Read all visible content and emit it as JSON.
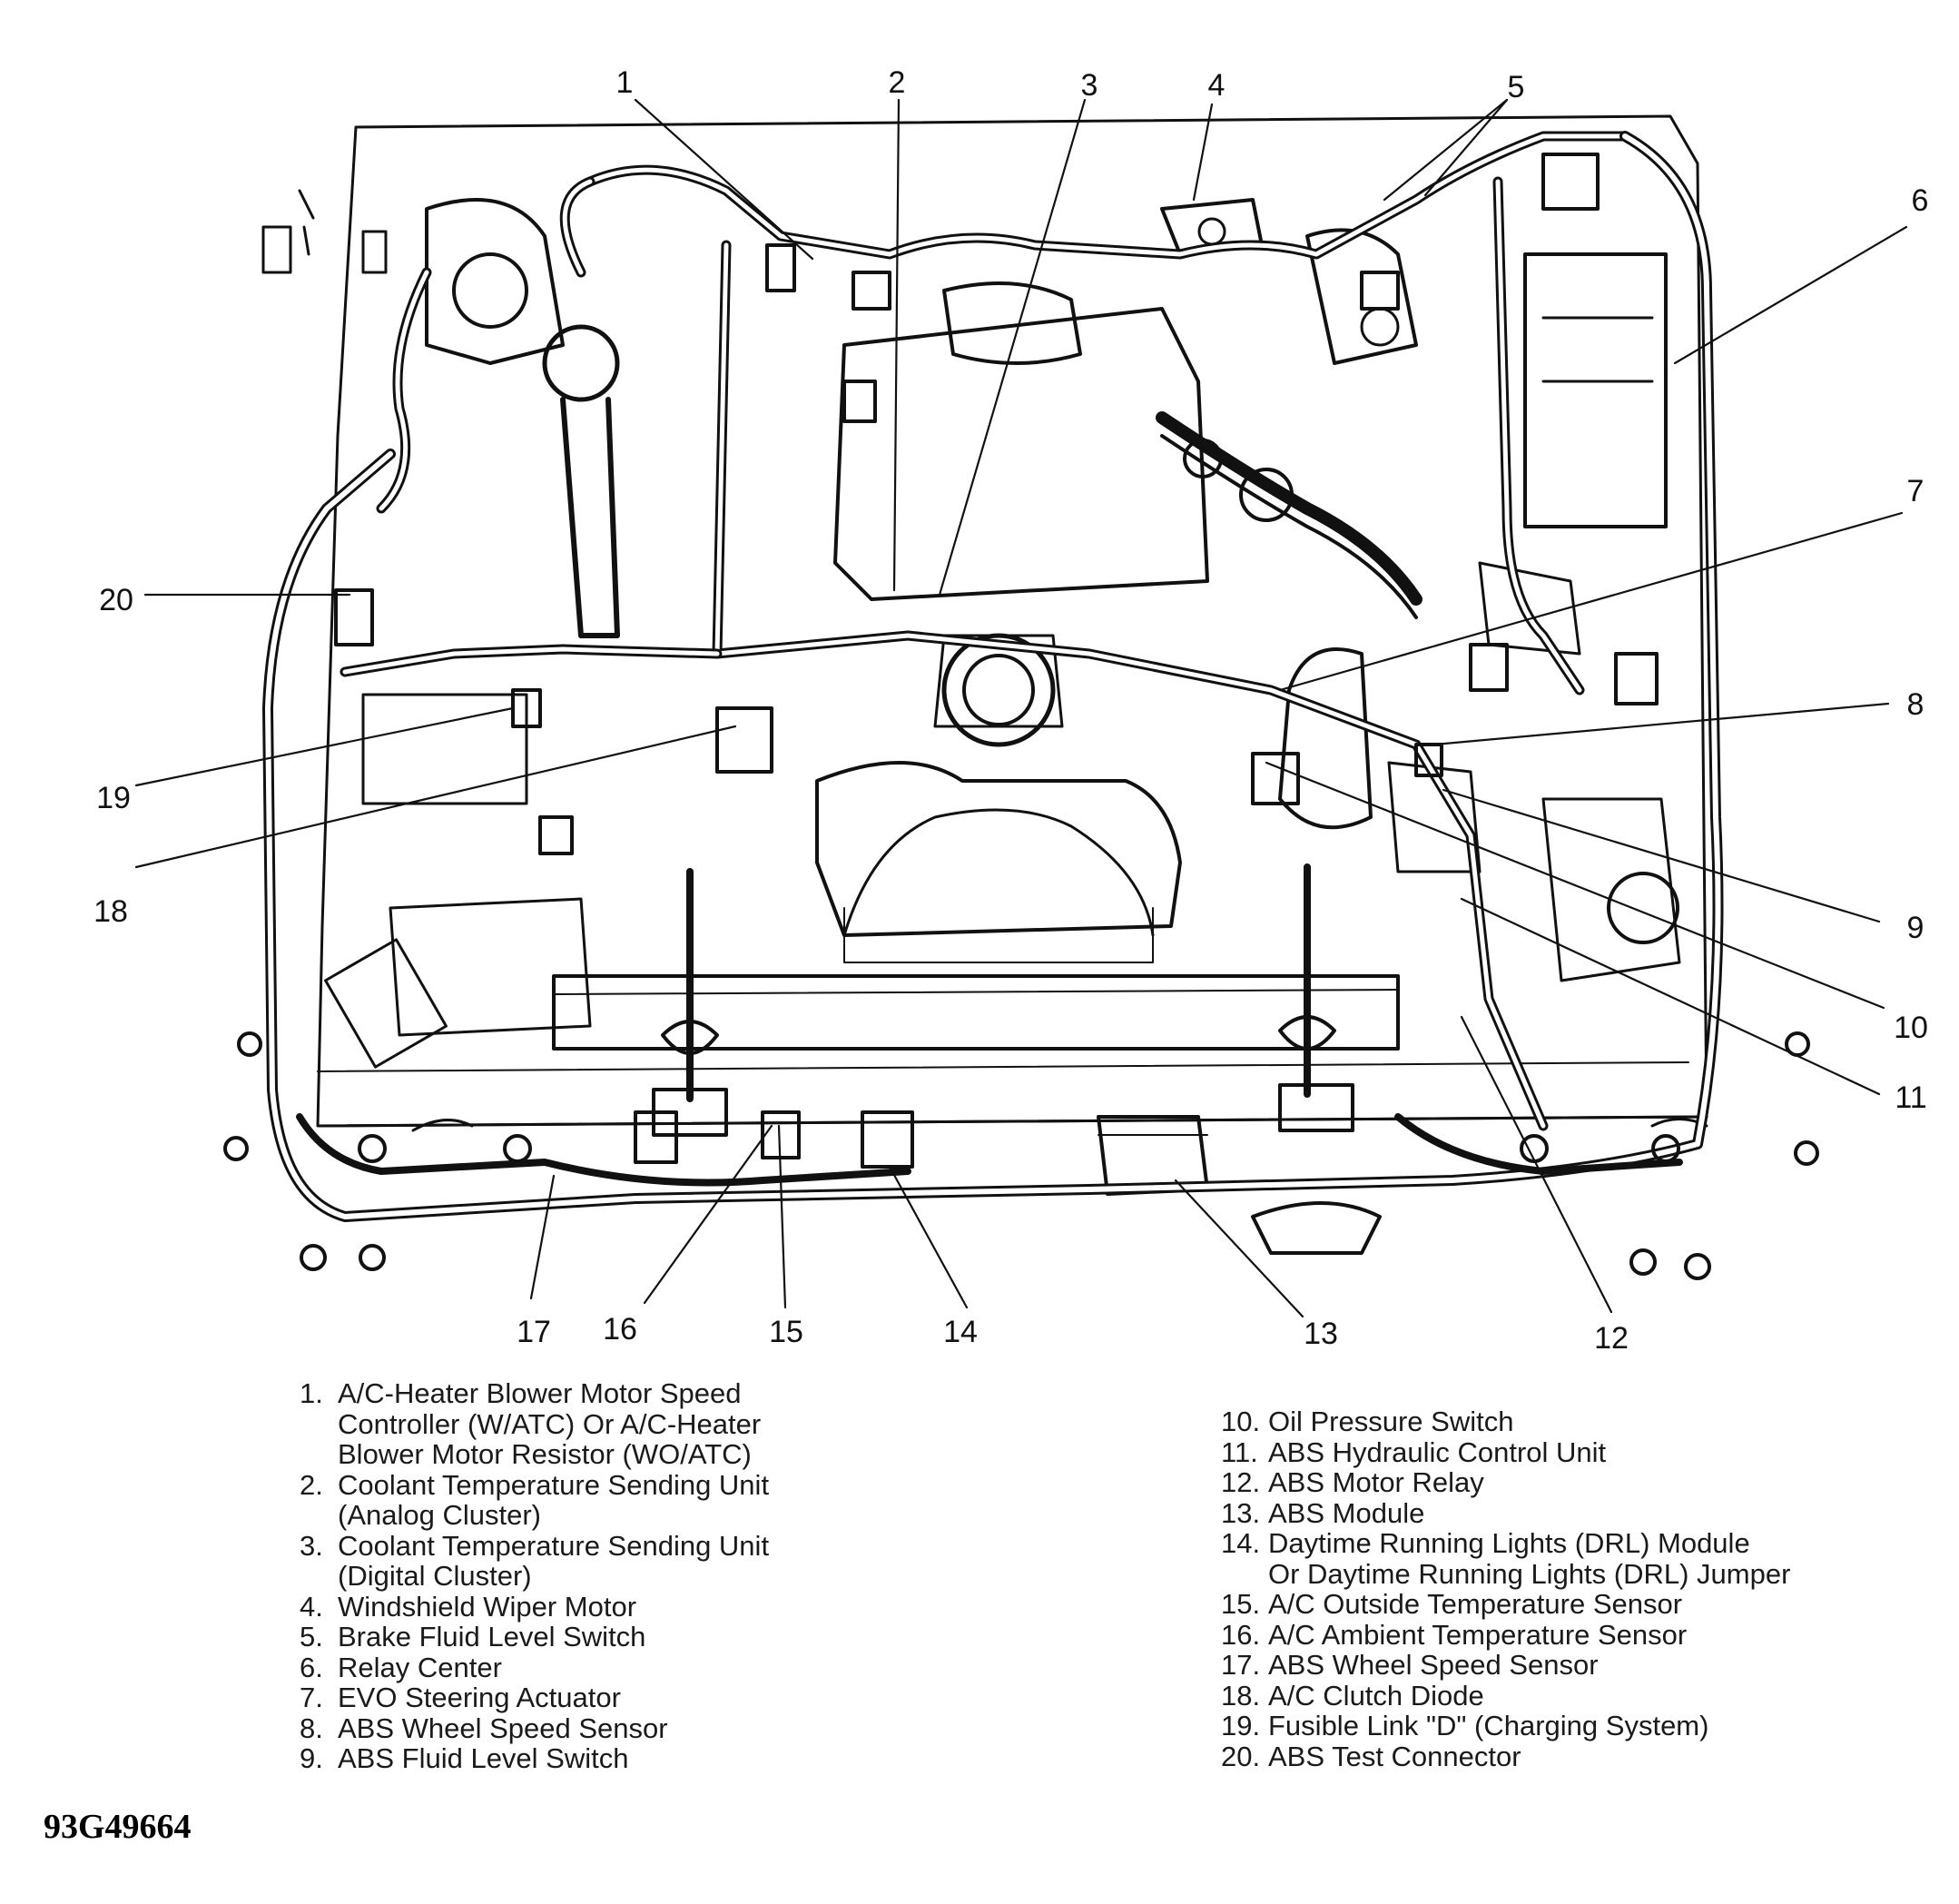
{
  "callouts": [
    "1",
    "2",
    "3",
    "4",
    "5",
    "6",
    "7",
    "8",
    "9",
    "10",
    "11",
    "12",
    "13",
    "14",
    "15",
    "16",
    "17",
    "18",
    "19",
    "20"
  ],
  "legend_left": [
    {
      "num": "1.",
      "lines": [
        "A/C-Heater Blower Motor Speed",
        "Controller (W/ATC) Or A/C-Heater",
        "Blower Motor Resistor (WO/ATC)"
      ]
    },
    {
      "num": "2.",
      "lines": [
        "Coolant Temperature Sending Unit",
        "(Analog Cluster)"
      ]
    },
    {
      "num": "3.",
      "lines": [
        "Coolant Temperature Sending Unit",
        "(Digital Cluster)"
      ]
    },
    {
      "num": "4.",
      "lines": [
        "Windshield Wiper Motor"
      ]
    },
    {
      "num": "5.",
      "lines": [
        "Brake Fluid Level Switch"
      ]
    },
    {
      "num": "6.",
      "lines": [
        "Relay Center"
      ]
    },
    {
      "num": "7.",
      "lines": [
        "EVO Steering Actuator"
      ]
    },
    {
      "num": "8.",
      "lines": [
        "ABS Wheel Speed Sensor"
      ]
    },
    {
      "num": "9.",
      "lines": [
        "ABS Fluid Level Switch"
      ]
    }
  ],
  "legend_right": [
    {
      "num": "10.",
      "lines": [
        "Oil Pressure Switch"
      ]
    },
    {
      "num": "11.",
      "lines": [
        "ABS Hydraulic Control Unit"
      ]
    },
    {
      "num": "12.",
      "lines": [
        "ABS Motor Relay"
      ]
    },
    {
      "num": "13.",
      "lines": [
        "ABS Module"
      ]
    },
    {
      "num": "14.",
      "lines": [
        "Daytime Running Lights (DRL) Module",
        "Or Daytime Running Lights (DRL) Jumper"
      ]
    },
    {
      "num": "15.",
      "lines": [
        "A/C Outside Temperature Sensor"
      ]
    },
    {
      "num": "16.",
      "lines": [
        "A/C Ambient Temperature Sensor"
      ]
    },
    {
      "num": "17.",
      "lines": [
        "ABS Wheel Speed Sensor"
      ]
    },
    {
      "num": "18.",
      "lines": [
        "A/C Clutch Diode"
      ]
    },
    {
      "num": "19.",
      "lines": [
        "Fusible Link \"D\" (Charging System)"
      ]
    },
    {
      "num": "20.",
      "lines": [
        "ABS Test Connector"
      ]
    }
  ],
  "figure_id": "93G49664",
  "colors": {
    "ink": "#111111",
    "paper": "#ffffff"
  }
}
